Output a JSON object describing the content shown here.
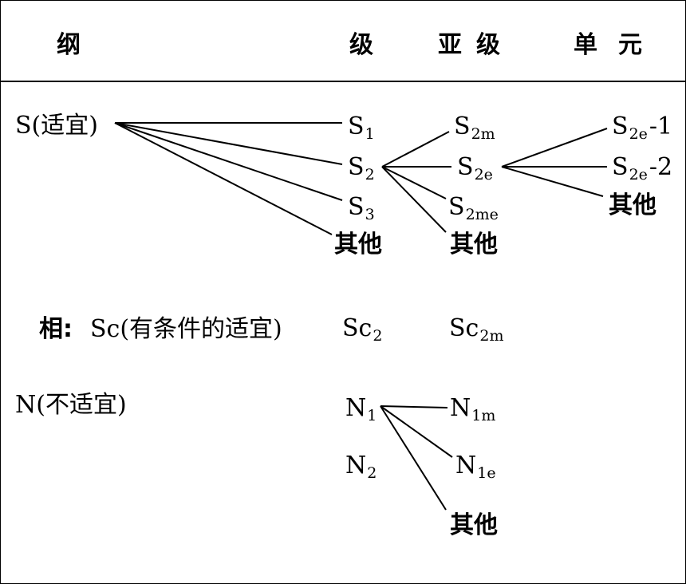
{
  "header": {
    "order": "纲",
    "class": "级",
    "subclass": "亚级",
    "unit": "单元"
  },
  "rows": {
    "s_order": "S(适宜)",
    "s_classes": [
      {
        "base": "S",
        "sub": "1"
      },
      {
        "base": "S",
        "sub": "2"
      },
      {
        "base": "S",
        "sub": "3"
      },
      {
        "base": "其他",
        "sub": ""
      }
    ],
    "s2_subclasses": [
      {
        "base": "S",
        "sub": "2m"
      },
      {
        "base": "S",
        "sub": "2e"
      },
      {
        "base": "S",
        "sub": "2me"
      },
      {
        "base": "其他",
        "sub": ""
      }
    ],
    "s2e_units": [
      {
        "base": "S",
        "sub": "2e",
        "suffix": "-1"
      },
      {
        "base": "S",
        "sub": "2e",
        "suffix": "-2"
      },
      {
        "base": "其他",
        "sub": "",
        "suffix": ""
      }
    ],
    "sc_phase": "相:",
    "sc_order": "Sc(有条件的适宜)",
    "sc_class": {
      "base": "Sc",
      "sub": "2"
    },
    "sc_subclass": {
      "base": "Sc",
      "sub": "2m"
    },
    "n_order": "N(不适宜)",
    "n_classes": [
      {
        "base": "N",
        "sub": "1"
      },
      {
        "base": "N",
        "sub": "2"
      }
    ],
    "n1_subclasses": [
      {
        "base": "N",
        "sub": "1m"
      },
      {
        "base": "N",
        "sub": "1e"
      },
      {
        "base": "其他",
        "sub": ""
      }
    ]
  }
}
